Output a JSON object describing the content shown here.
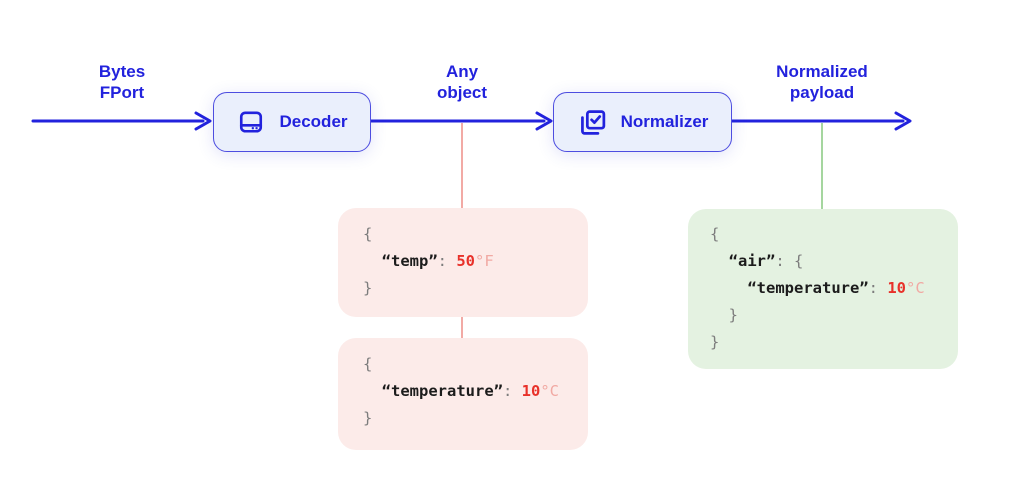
{
  "flow": {
    "stages": [
      {
        "label_lines": [
          "Bytes",
          "FPort"
        ]
      },
      {
        "label_lines": [
          "Any",
          "object"
        ]
      },
      {
        "label_lines": [
          "Normalized",
          "payload"
        ]
      }
    ],
    "nodes": [
      {
        "label": "Decoder",
        "icon": "hard-drive-icon"
      },
      {
        "label": "Normalizer",
        "icon": "checklist-stack-icon"
      }
    ]
  },
  "code_blocks": [
    {
      "name": "decoded-object-fahrenheit",
      "theme": "pink",
      "lines": [
        [
          {
            "text": "{",
            "type": "punct"
          }
        ],
        [
          {
            "text": "  ",
            "type": "punct"
          },
          {
            "text": "“temp”",
            "type": "key"
          },
          {
            "text": ": ",
            "type": "punct"
          },
          {
            "text": "50",
            "type": "num"
          },
          {
            "text": "°F",
            "type": "unit"
          }
        ],
        [
          {
            "text": "}",
            "type": "punct"
          }
        ]
      ]
    },
    {
      "name": "decoded-object-celsius",
      "theme": "pink",
      "lines": [
        [
          {
            "text": "{",
            "type": "punct"
          }
        ],
        [
          {
            "text": "  ",
            "type": "punct"
          },
          {
            "text": "“temperature”",
            "type": "key"
          },
          {
            "text": ": ",
            "type": "punct"
          },
          {
            "text": "10",
            "type": "num"
          },
          {
            "text": "°C",
            "type": "unit"
          }
        ],
        [
          {
            "text": "}",
            "type": "punct"
          }
        ]
      ]
    },
    {
      "name": "normalized-payload-object",
      "theme": "green",
      "lines": [
        [
          {
            "text": "{",
            "type": "punct"
          }
        ],
        [
          {
            "text": "  ",
            "type": "punct"
          },
          {
            "text": "“air”",
            "type": "key"
          },
          {
            "text": ": {",
            "type": "punct"
          }
        ],
        [
          {
            "text": "    ",
            "type": "punct"
          },
          {
            "text": "“temperature”",
            "type": "key"
          },
          {
            "text": ": ",
            "type": "punct"
          },
          {
            "text": "10",
            "type": "num"
          },
          {
            "text": "°C",
            "type": "unit"
          }
        ],
        [
          {
            "text": "  }",
            "type": "punct"
          }
        ],
        [
          {
            "text": "}",
            "type": "punct"
          }
        ]
      ]
    }
  ],
  "colors": {
    "flow_blue": "#2222dd",
    "node_fill": "#eaeffc",
    "node_border": "#4d4de0",
    "pink_fill": "#fcebe9",
    "pink_line": "#f2aaa5",
    "green_fill": "#e4f2e1",
    "green_line": "#a5d69f",
    "code_key": "#1c1c1c",
    "code_punct": "#7d7d7d",
    "code_num": "#e8312a",
    "code_unit": "#f1a9a3"
  }
}
